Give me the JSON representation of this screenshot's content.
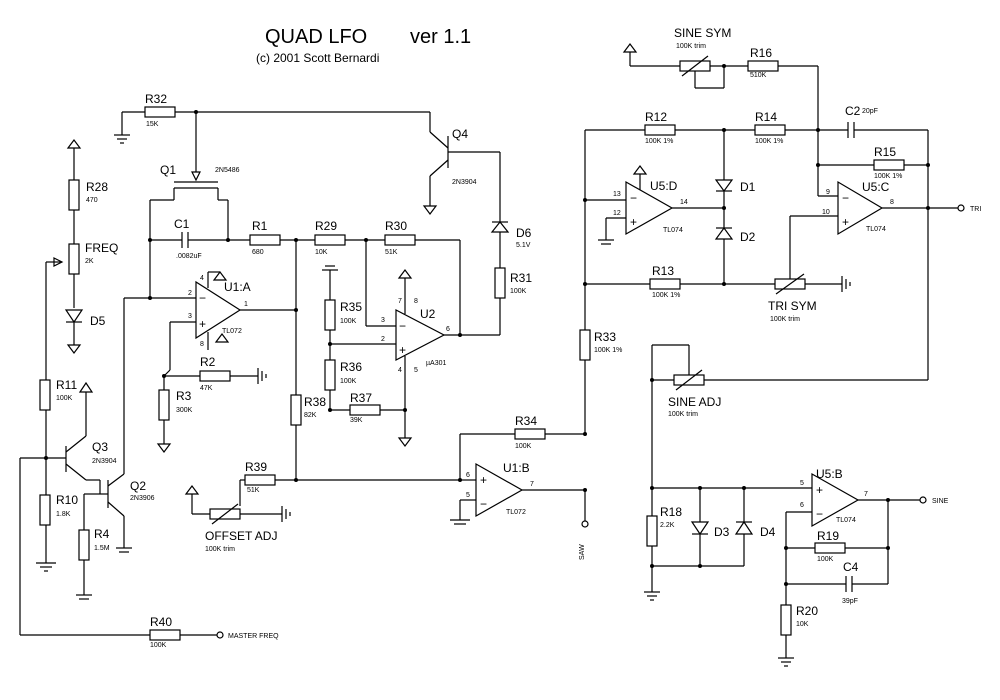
{
  "title": "QUAD LFO",
  "version": "ver 1.1",
  "copyright": "(c) 2001 Scott Bernardi",
  "labels": {
    "master_freq": "MASTER FREQ",
    "saw": "SAW",
    "tri": "TRI",
    "sine": "SINE"
  },
  "components": {
    "R28": {
      "label": "R28",
      "value": "470"
    },
    "FREQ": {
      "label": "FREQ",
      "value": "2K"
    },
    "D5": {
      "label": "D5"
    },
    "R11": {
      "label": "R11",
      "value": "100K"
    },
    "R10": {
      "label": "R10",
      "value": "1.8K"
    },
    "Q3": {
      "label": "Q3",
      "value": "2N3904"
    },
    "Q2": {
      "label": "Q2",
      "value": "2N3906"
    },
    "R4": {
      "label": "R4",
      "value": "1.5M"
    },
    "R40": {
      "label": "R40",
      "value": "100K"
    },
    "R32": {
      "label": "R32",
      "value": "15K"
    },
    "Q1": {
      "label": "Q1",
      "value": "2N5486"
    },
    "C1": {
      "label": "C1",
      "value": ".0082uF"
    },
    "R1": {
      "label": "R1",
      "value": "680"
    },
    "U1A": {
      "label": "U1:A",
      "value": "TL072"
    },
    "R2": {
      "label": "R2",
      "value": "47K"
    },
    "R3": {
      "label": "R3",
      "value": "300K"
    },
    "R38": {
      "label": "R38",
      "value": "82K"
    },
    "R29": {
      "label": "R29",
      "value": "10K"
    },
    "R30": {
      "label": "R30",
      "value": "51K"
    },
    "U2": {
      "label": "U2",
      "value": "µA301"
    },
    "R35": {
      "label": "R35",
      "value": "100K"
    },
    "R36": {
      "label": "R36",
      "value": "100K"
    },
    "R37": {
      "label": "R37",
      "value": "39K"
    },
    "Q4": {
      "label": "Q4",
      "value": "2N3904"
    },
    "D6": {
      "label": "D6",
      "value": "5.1V"
    },
    "R31": {
      "label": "R31",
      "value": "100K"
    },
    "R39": {
      "label": "R39",
      "value": "51K"
    },
    "OFFSET_ADJ": {
      "label": "OFFSET ADJ",
      "value": "100K trim"
    },
    "U1B": {
      "label": "U1:B",
      "value": "TL072"
    },
    "R34": {
      "label": "R34",
      "value": "100K"
    },
    "R33": {
      "label": "R33",
      "value": "100K 1%"
    },
    "SINE_SYM": {
      "label": "SINE SYM",
      "value": "100K trim"
    },
    "R16": {
      "label": "R16",
      "value": "510K"
    },
    "R12": {
      "label": "R12",
      "value": "100K 1%"
    },
    "R14": {
      "label": "R14",
      "value": "100K 1%"
    },
    "C2": {
      "label": "C2",
      "value": "20pF"
    },
    "R15": {
      "label": "R15",
      "value": "100K 1%"
    },
    "U5D": {
      "label": "U5:D",
      "value": "TL074"
    },
    "D1": {
      "label": "D1"
    },
    "D2": {
      "label": "D2"
    },
    "U5C": {
      "label": "U5:C",
      "value": "TL074"
    },
    "R13": {
      "label": "R13",
      "value": "100K 1%"
    },
    "TRI_SYM": {
      "label": "TRI SYM",
      "value": "100K trim"
    },
    "SINE_ADJ": {
      "label": "SINE ADJ",
      "value": "100K trim"
    },
    "R18": {
      "label": "R18",
      "value": "2.2K"
    },
    "D3": {
      "label": "D3"
    },
    "D4": {
      "label": "D4"
    },
    "U5B": {
      "label": "U5:B",
      "value": "TL074"
    },
    "R19": {
      "label": "R19",
      "value": "100K"
    },
    "C4": {
      "label": "C4",
      "value": "39pF"
    },
    "R20": {
      "label": "R20",
      "value": "10K"
    }
  }
}
